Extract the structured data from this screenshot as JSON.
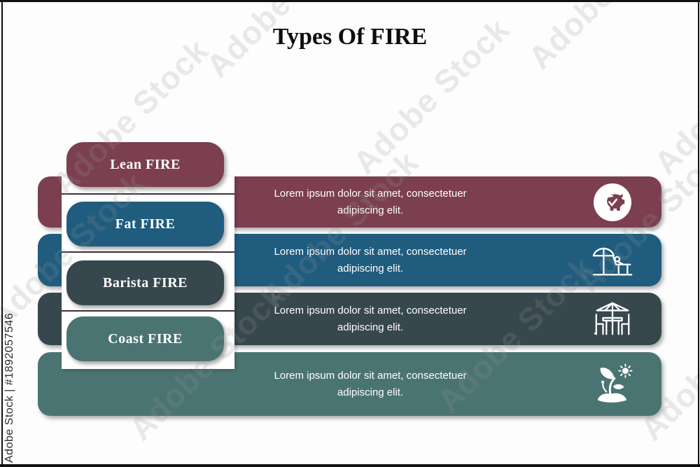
{
  "title": "Types Of FIRE",
  "rows": [
    {
      "label": "Lean FIRE",
      "description_line1": "Lorem ipsum dolor sit amet, consectetuer",
      "description_line2": "adipiscing elit.",
      "color": "#7B3F4F",
      "icon": "piggy-bank-check"
    },
    {
      "label": "Fat FIRE",
      "description_line1": "Lorem ipsum dolor sit amet, consectetuer",
      "description_line2": "adipiscing elit.",
      "color": "#1F5C7E",
      "icon": "beach-umbrella-lounger"
    },
    {
      "label": "Barista FIRE",
      "description_line1": "Lorem ipsum dolor sit amet, consectetuer",
      "description_line2": "adipiscing elit.",
      "color": "#37474E",
      "icon": "cafe-table-umbrella"
    },
    {
      "label": "Coast FIRE",
      "description_line1": "Lorem ipsum dolor sit amet, consectetuer",
      "description_line2": "adipiscing elit.",
      "color": "#4A7471",
      "icon": "sprout-sun"
    }
  ],
  "watermark": {
    "brand": "Adobe Stock",
    "credit_label": "Adobe Stock | #1892057546"
  },
  "colors": {
    "separator_line": "#3B3138",
    "background": "#FDFDFD",
    "frame": "#111111"
  }
}
